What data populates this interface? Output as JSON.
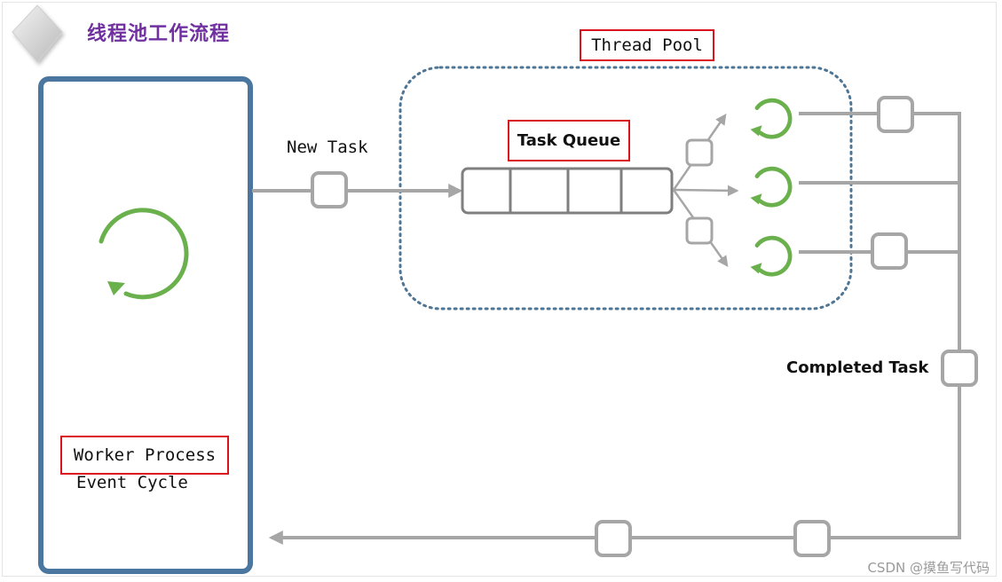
{
  "header": {
    "title": "线程池工作流程"
  },
  "labels": {
    "thread_pool": "Thread Pool",
    "new_task": "New Task",
    "task_queue": "Task Queue",
    "completed_task": "Completed Task",
    "worker_process": "Worker Process",
    "event_cycle": "Event Cycle"
  },
  "watermark": "CSDN @摸鱼写代码",
  "colors": {
    "title": "#7030a0",
    "worker_border": "#4a76a0",
    "pool_border": "#4e7594",
    "connector": "#a6a6a6",
    "queue_border": "#7f7f7f",
    "cycle_icon": "#6ab04c",
    "highlight_box": "#d9141e"
  },
  "icons": {
    "logo": "diamond-logo-icon",
    "cycle": "circular-arrow-icon"
  }
}
